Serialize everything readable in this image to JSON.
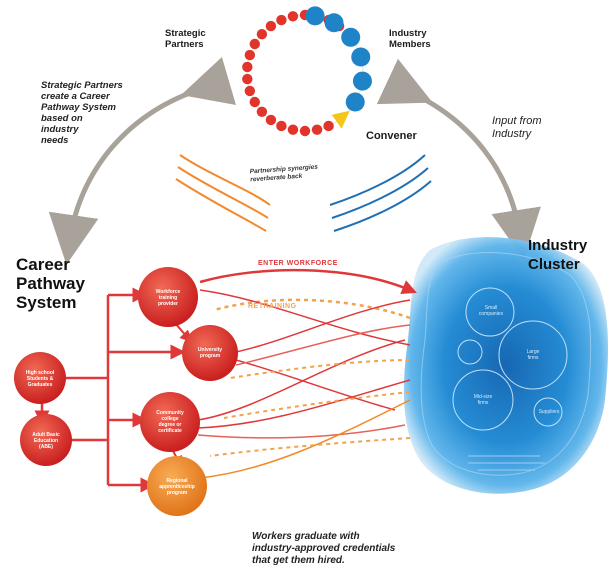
{
  "top": {
    "strategic_partners": [
      "Strategic",
      "Partners"
    ],
    "industry_members": [
      "Industry",
      "Members"
    ],
    "convener": "Convener",
    "synergies": [
      "Partnership synergies",
      "reverberate back"
    ]
  },
  "notes": {
    "left": [
      "Strategic Partners",
      "create a Career",
      "Pathway System",
      "based on",
      "industry",
      "needs"
    ],
    "right": [
      "Input from",
      "Industry"
    ],
    "bottom": [
      "Workers graduate with",
      "industry-approved credentials",
      "that get them hired."
    ]
  },
  "headings": {
    "career": [
      "Career",
      "Pathway",
      "System"
    ],
    "industry": [
      "Industry",
      "Cluster"
    ]
  },
  "flows": {
    "enter": "ENTER WORKFORCE",
    "retraining": "RETRAINING"
  },
  "pathway_nodes": [
    {
      "id": "high-school",
      "lines": [
        "High school",
        "Students &",
        "Graduates"
      ]
    },
    {
      "id": "adult-basic-ed",
      "lines": [
        "Adult Basic",
        "Education",
        "(ABE)"
      ]
    },
    {
      "id": "workforce-training",
      "lines": [
        "Workforce",
        "training",
        "provider"
      ]
    },
    {
      "id": "university",
      "lines": [
        "University",
        "program"
      ]
    },
    {
      "id": "community-college",
      "lines": [
        "Community",
        "college",
        "degree or",
        "certificate"
      ]
    },
    {
      "id": "apprenticeship",
      "lines": [
        "Regional",
        "apprenticeship",
        "program"
      ]
    }
  ],
  "cluster_labels": [
    "Small",
    "companies",
    "Large",
    "firms",
    "Mid-size",
    "firms",
    "Suppliers"
  ],
  "colors": {
    "red_node": "#e1352b",
    "orange_node": "#f08a24",
    "blue_dot": "#1f83c7",
    "orange_wave": "#f2892c",
    "blue_wave": "#1f6fb5",
    "gray_arrow": "#a8a29a",
    "red_line": "#e0383a",
    "cluster_blue": "#1f8ad6"
  }
}
